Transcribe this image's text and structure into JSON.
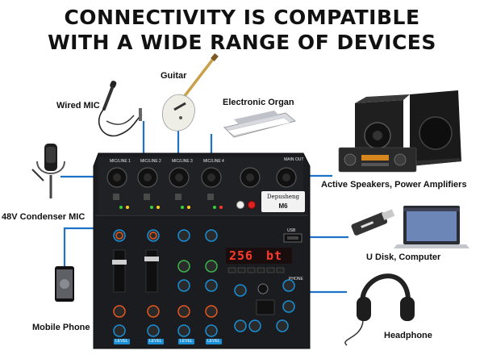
{
  "headline": {
    "line1": "CONNECTIVITY IS COMPATIBLE",
    "line2": "WITH A WIDE RANGE OF DEVICES"
  },
  "devices": {
    "wired_mic": "Wired MIC",
    "guitar": "Guitar",
    "electronic_organ": "Electronic Organ",
    "condenser_mic": "48V Condenser MIC",
    "active_speakers": "Active Speakers, Power Amplifiers",
    "u_disk": "U Disk, Computer",
    "mobile_phone": "Mobile Phone",
    "headphone": "Headphone"
  },
  "mixer": {
    "brand": "Depusheng",
    "model": "M6",
    "display_number": "256",
    "display_text": "bt",
    "channel_labels": [
      "MIC/LINE 1",
      "MIC/LINE 2",
      "MIC/LINE 3",
      "MIC/LINE 4"
    ],
    "main_out_label": "MAIN OUT",
    "phones_label": "PHONE",
    "level_label": "LEVEL",
    "usb_label": "USB"
  },
  "colors": {
    "connector_line": "#1e73c8",
    "panel": "#1b1c1f",
    "accent_blue": "#1a8fd6",
    "display_red": "#ff3a2a"
  }
}
